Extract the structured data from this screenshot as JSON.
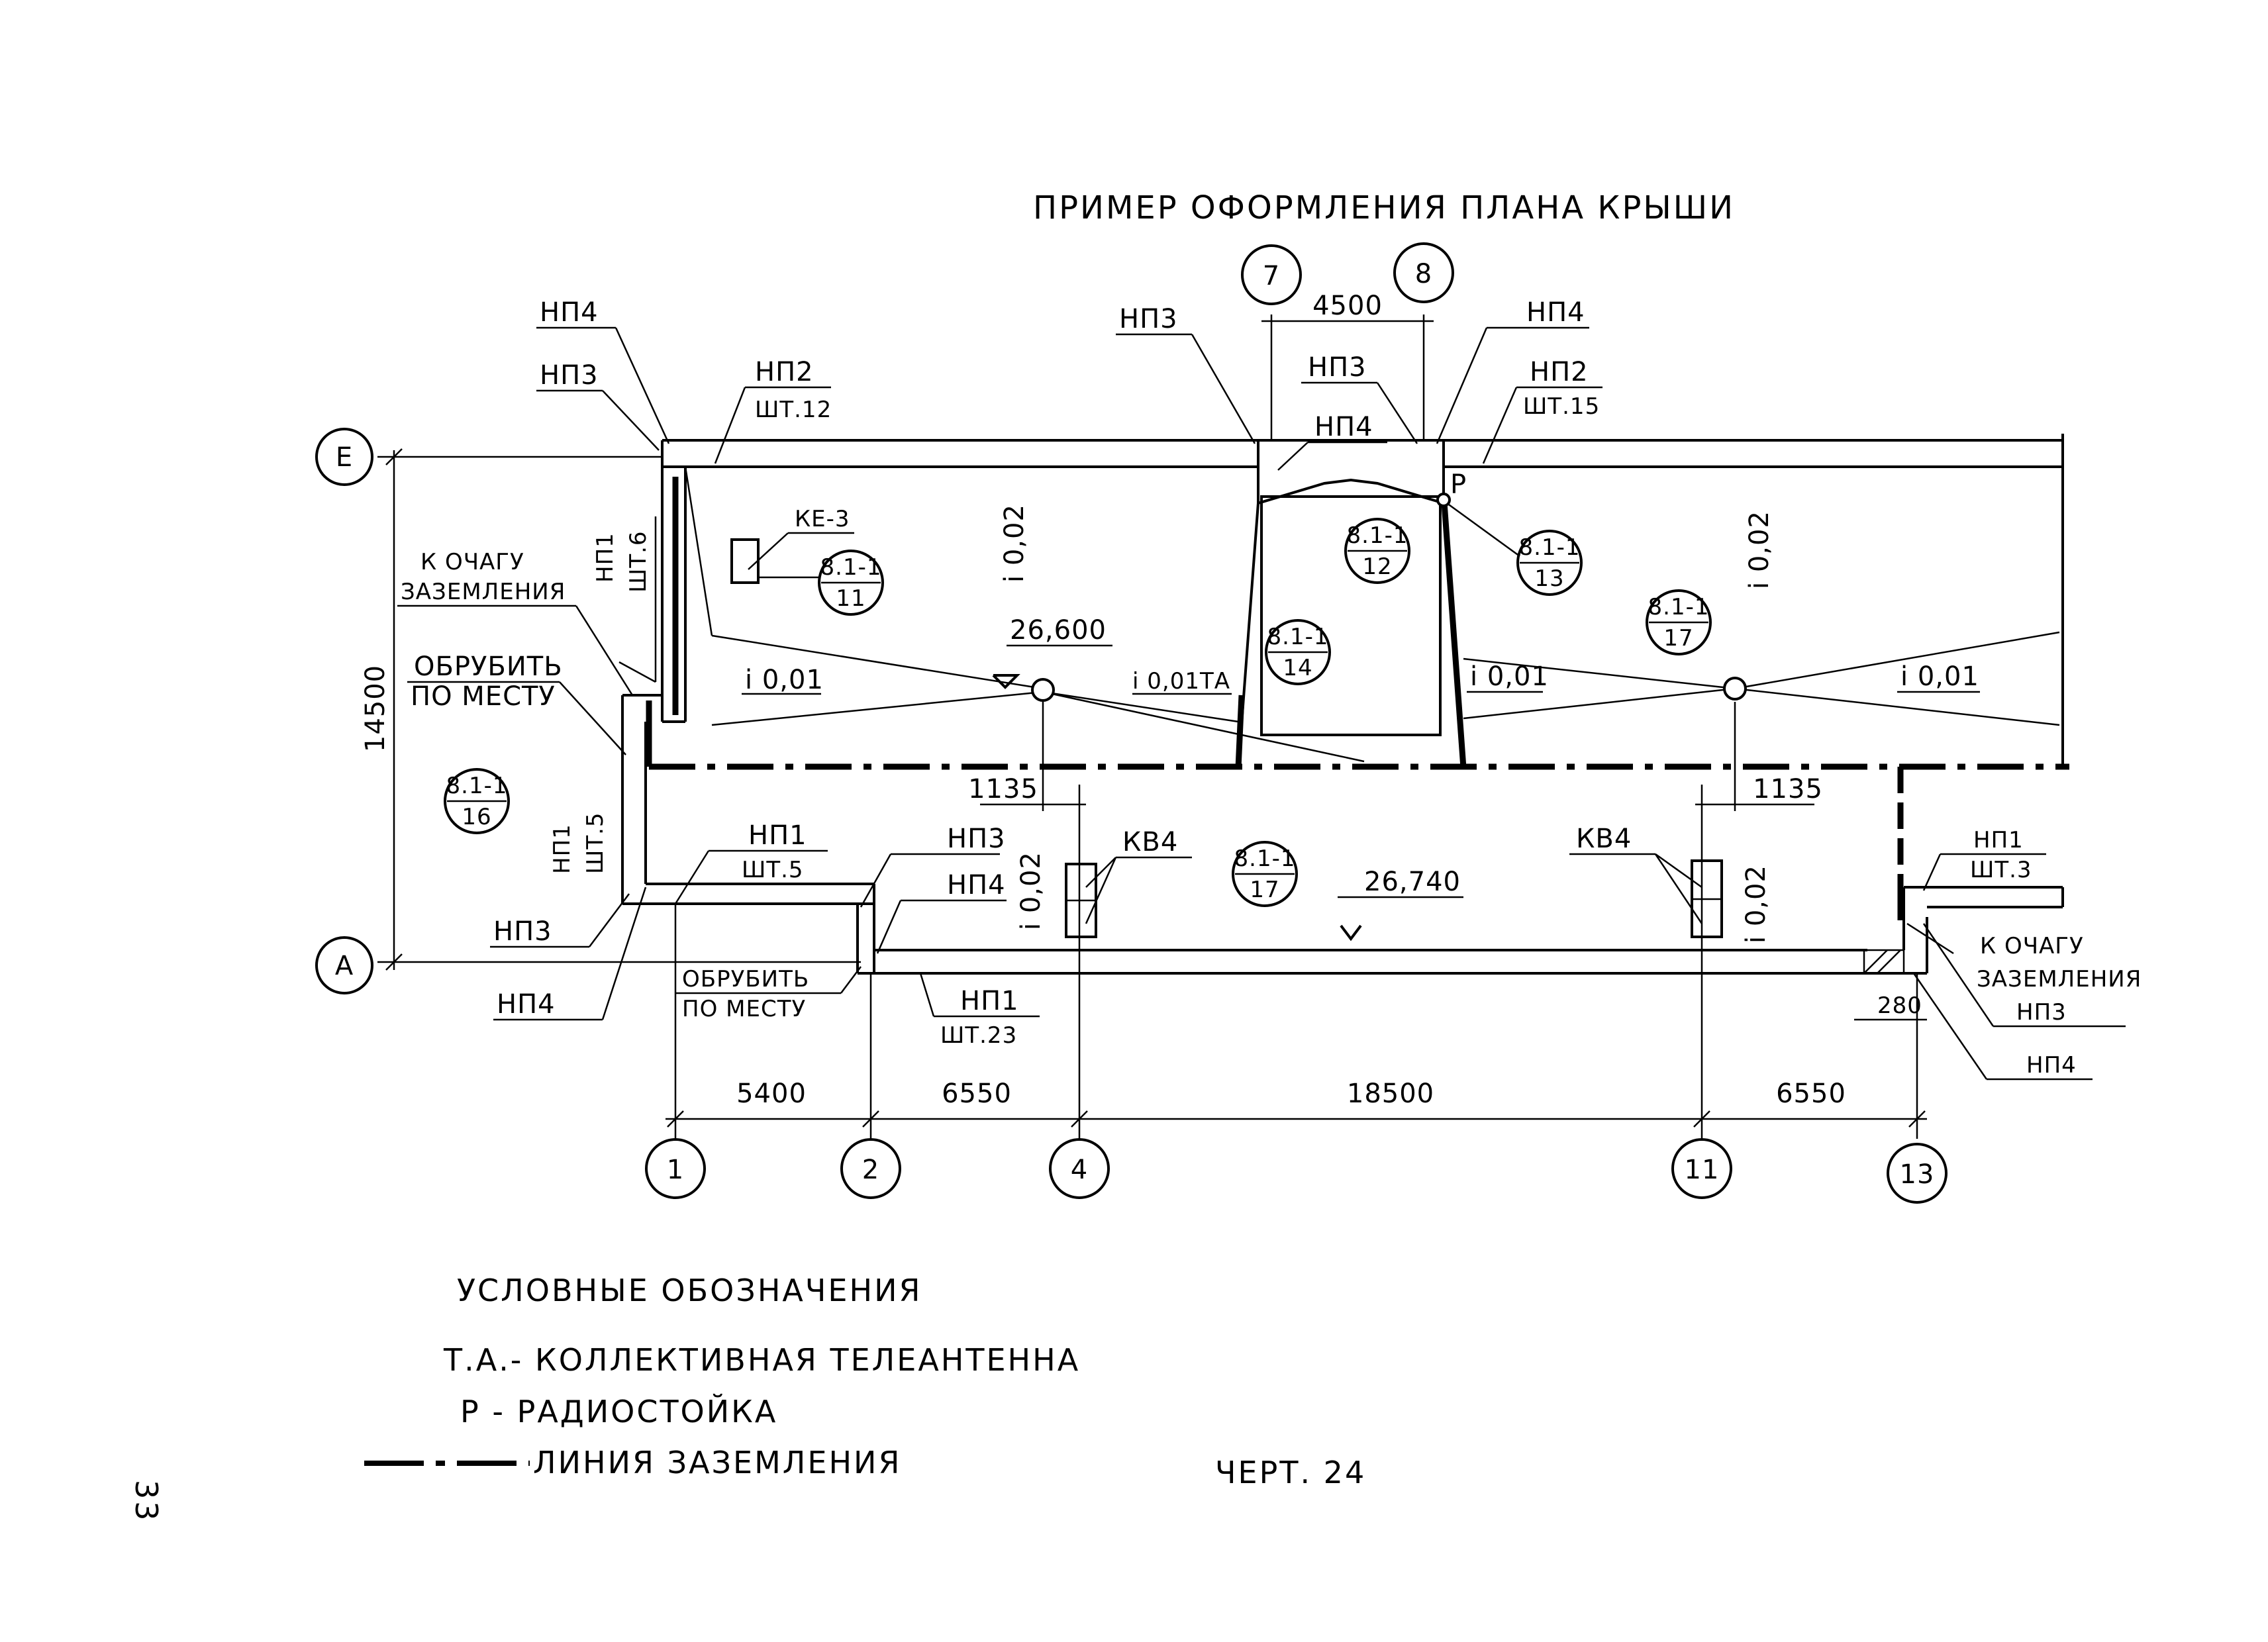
{
  "title": "ПРИМЕР ОФОРМЛЕНИЯ ПЛАНА КРЫШИ",
  "axes_letters": {
    "top": "Е",
    "bottom": "А"
  },
  "axes_numbers": {
    "a1": "1",
    "a2": "2",
    "a4": "4",
    "a11": "11",
    "a13": "13",
    "a7": "7",
    "a8": "8"
  },
  "dims": {
    "d5400": "5400",
    "d6550a": "6550",
    "d18500": "18500",
    "d6550b": "6550",
    "d4500": "4500",
    "d14500": "14500",
    "d1135a": "1135",
    "d1135b": "1135",
    "d280": "280"
  },
  "levels": {
    "l1": "26,600",
    "l2": "26,740"
  },
  "slopes": {
    "s1": "i 0,02",
    "s2": "i 0,01",
    "s3": "i 0,01ТА",
    "s4": "i 0,01",
    "s5": "i 0,02",
    "s6": "i 0,01",
    "s7": "i 0,02",
    "s8": "i 0,02"
  },
  "refs": [
    {
      "top": "8.1-1",
      "bottom": "11"
    },
    {
      "top": "8.1-1",
      "bottom": "12"
    },
    {
      "top": "8.1-1",
      "bottom": "13"
    },
    {
      "top": "8.1-1",
      "bottom": "14"
    },
    {
      "top": "8.1-1",
      "bottom": "17"
    },
    {
      "top": "8.1-1",
      "bottom": "16"
    },
    {
      "top": "8.1-1",
      "bottom": "17"
    }
  ],
  "labels": {
    "np4_tl": "НП4",
    "np3_tl": "НП3",
    "np2_tl": "НП2",
    "sht12": "ШТ.12",
    "np3_t7": "НП3",
    "np3_mid": "НП3",
    "np4_mid": "НП4",
    "np4_tr": "НП4",
    "np2_tr": "НП2",
    "sht15": "ШТ.15",
    "ke3": "КЕ-3",
    "k_ochagu_l": "К ОЧАГУ",
    "zazem_l": "ЗАЗЕМЛЕНИЯ",
    "np1_l": "НП1",
    "sht6": "ШТ.6",
    "obrub_l1": "ОБРУБИТЬ",
    "obrub_l2": "ПО МЕСТУ",
    "np1_l2": "НП1",
    "sht5_v": "ШТ.5",
    "np1_b": "НП1",
    "sht5": "ШТ.5",
    "np3_b": "НП3",
    "np4_b": "НП4",
    "np3_bl": "НП3",
    "np4_bl": "НП4",
    "obrub_b1": "ОБРУБИТЬ",
    "obrub_b2": "ПО МЕСТУ",
    "np1_b2": "НП1",
    "sht23": "ШТ.23",
    "kv4_a": "КВ4",
    "kv4_b": "КВ4",
    "np1_r": "НП1",
    "sht3": "ШТ.3",
    "k_ochagu_r": "К ОЧАГУ",
    "zazem_r": "ЗАЗЕМЛЕНИЯ",
    "np3_r": "НП3",
    "np4_r": "НП4",
    "radio": "Р"
  },
  "legend": {
    "heading": "УСЛОВНЫЕ ОБОЗНАЧЕНИЯ",
    "ta": "Т.А.- КОЛЛЕКТИВНАЯ ТЕЛЕАНТЕННА",
    "r": "Р - РАДИОСТОЙКА",
    "line": "ЛИНИЯ ЗАЗЕМЛЕНИЯ"
  },
  "sheet": "ЧЕРТ. 24",
  "page_number": "33"
}
